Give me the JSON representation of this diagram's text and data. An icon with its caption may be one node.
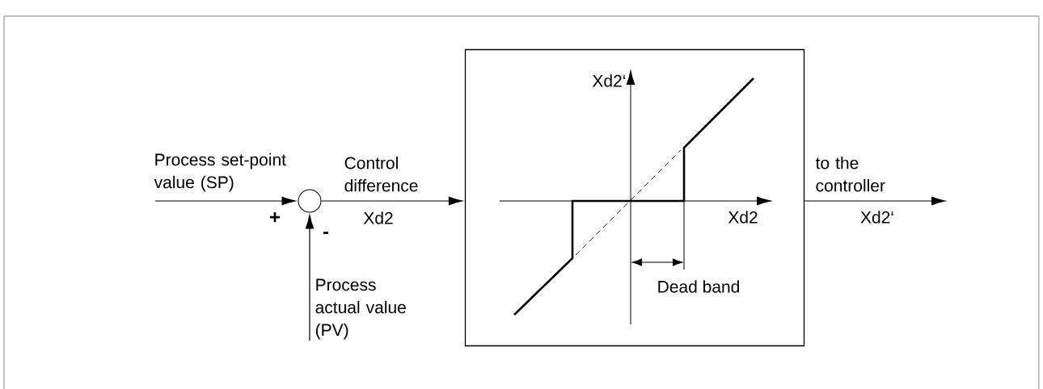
{
  "diagram": {
    "nodes": [
      {
        "text": [],
        "shape": "circle"
      },
      {
        "text": [],
        "shape": "box"
      }
    ],
    "edges": [
      {
        "from": null,
        "to": 0,
        "arrow": "to",
        "label": "Process set-point value (SP)"
      },
      {
        "from": null,
        "to": 0,
        "arrow": "to",
        "label": "Process actual value (PV)"
      },
      {
        "from": 0,
        "to": 1,
        "arrow": "to",
        "label": "Control difference"
      },
      {
        "from": 1,
        "to": null,
        "arrow": "to",
        "label": "to the controller"
      }
    ],
    "labels": [
      "Xd2‘",
      "+",
      "Xd2",
      "-",
      "Xd2",
      "Xd2‘",
      "Dead band"
    ]
  }
}
